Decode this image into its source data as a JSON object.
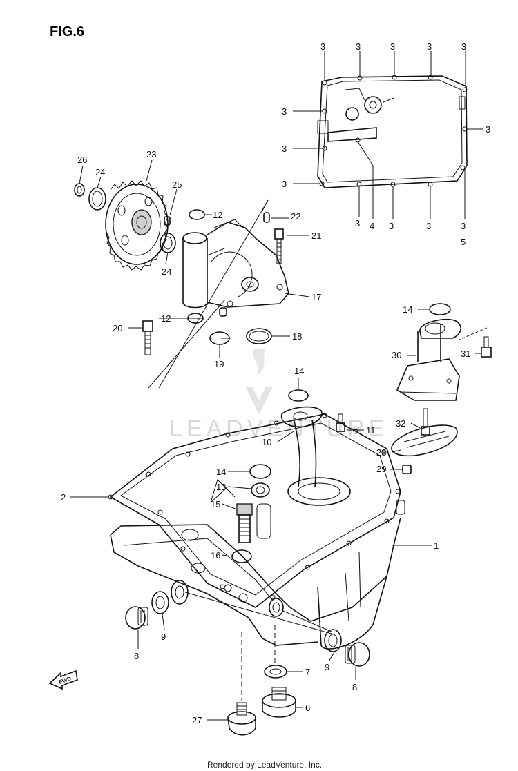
{
  "figure_label": "FIG.6",
  "watermark_text": "LEADVENTURE",
  "footer_credit": "Rendered by LeadVenture, Inc.",
  "direction_mark": "FWD",
  "callouts": {
    "c1": "1",
    "c2": "2",
    "c3": "3",
    "c4": "4",
    "c5": "5",
    "c6": "6",
    "c7": "7",
    "c8": "8",
    "c9": "9",
    "c10": "10",
    "c11": "11",
    "c12": "12",
    "c13": "13",
    "c14": "14",
    "c15": "15",
    "c16": "16",
    "c17": "17",
    "c18": "18",
    "c19": "19",
    "c20": "20",
    "c21": "21",
    "c22": "22",
    "c23": "23",
    "c24": "24",
    "c25": "25",
    "c26": "26",
    "c27": "27",
    "c28": "28",
    "c29": "29",
    "c30": "30",
    "c31": "31",
    "c32": "32"
  },
  "colors": {
    "ink": "#111111",
    "watermark": "#d8d8d8",
    "background": "#ffffff"
  }
}
